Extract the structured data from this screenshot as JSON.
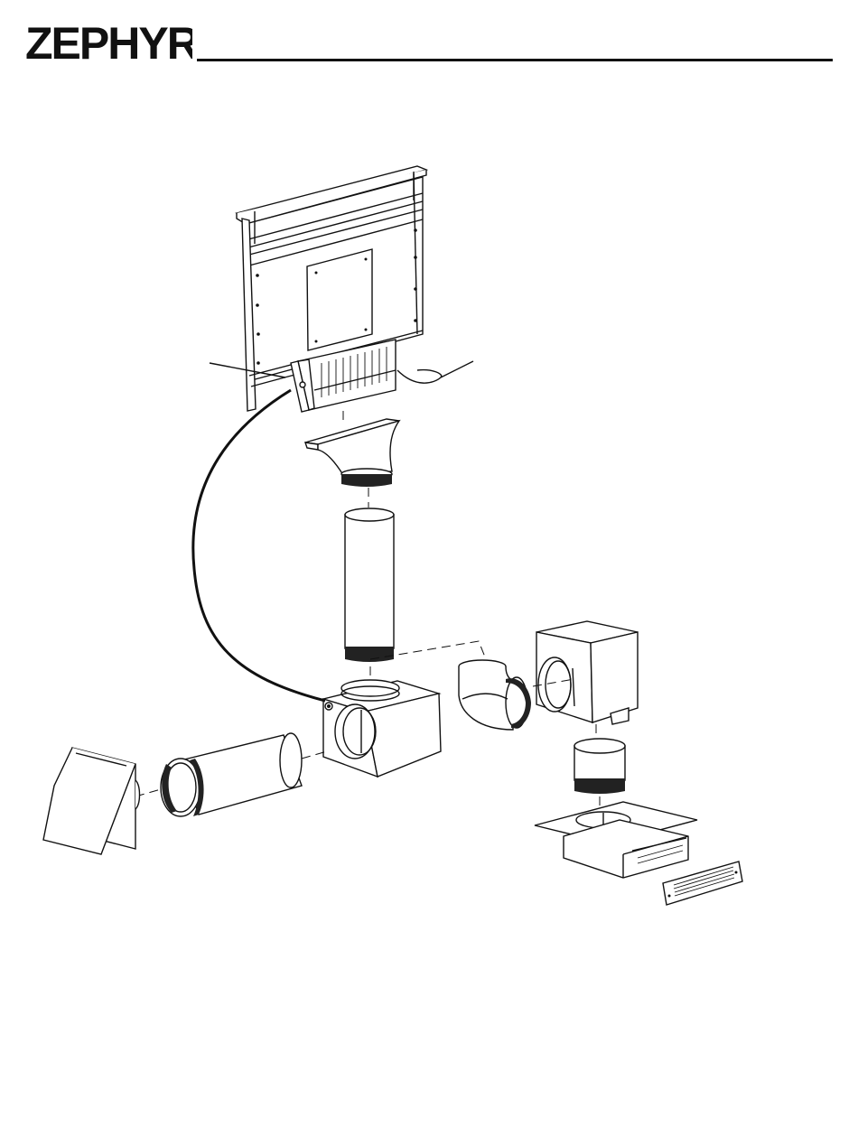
{
  "header": {
    "brand": "ZEPHYR",
    "brand_color": "#111111"
  },
  "diagram": {
    "icon": "installation-exploded-view",
    "parts": [
      "downdraft-hood",
      "blower-motor",
      "transition-duct",
      "round-duct",
      "duct-tee-box",
      "elbow",
      "transition-box",
      "round-duct-short",
      "toe-kick-plenum",
      "toe-kick-grille",
      "long-duct",
      "wall-cap",
      "power-cord"
    ]
  }
}
